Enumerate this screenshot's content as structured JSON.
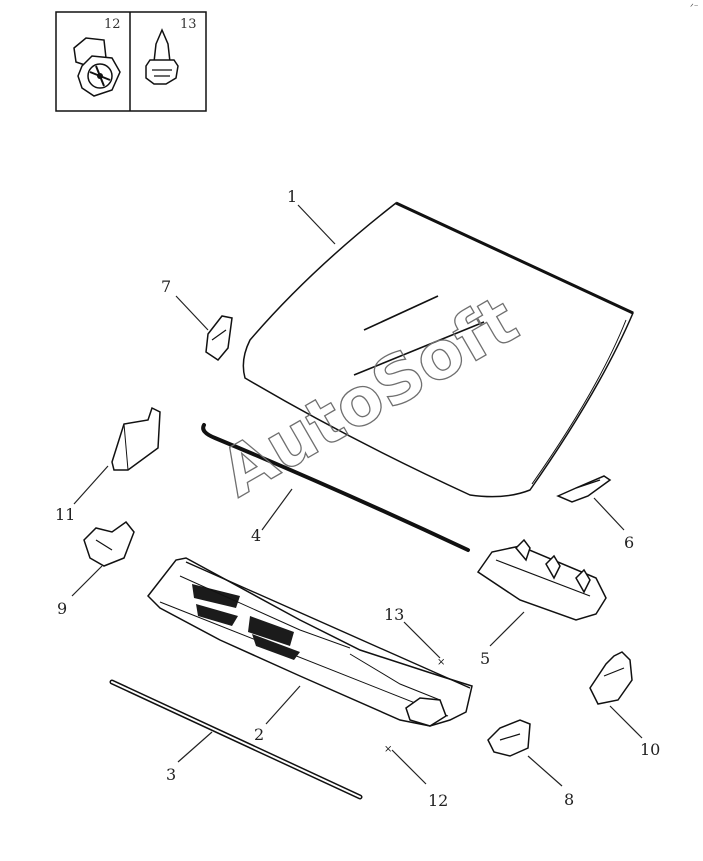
{
  "inset": {
    "left_num": "12",
    "right_num": "13"
  },
  "watermark": "AutoSoft",
  "corner_mark": "ᐟ⁻",
  "callouts": [
    {
      "id": "c1",
      "text": "1"
    },
    {
      "id": "c2",
      "text": "2"
    },
    {
      "id": "c3",
      "text": "3"
    },
    {
      "id": "c4",
      "text": "4"
    },
    {
      "id": "c5",
      "text": "5"
    },
    {
      "id": "c6",
      "text": "6"
    },
    {
      "id": "c7",
      "text": "7"
    },
    {
      "id": "c8",
      "text": "8"
    },
    {
      "id": "c9",
      "text": "9"
    },
    {
      "id": "c10",
      "text": "10"
    },
    {
      "id": "c11",
      "text": "11"
    },
    {
      "id": "c12",
      "text": "12"
    },
    {
      "id": "c13",
      "text": "13"
    }
  ]
}
